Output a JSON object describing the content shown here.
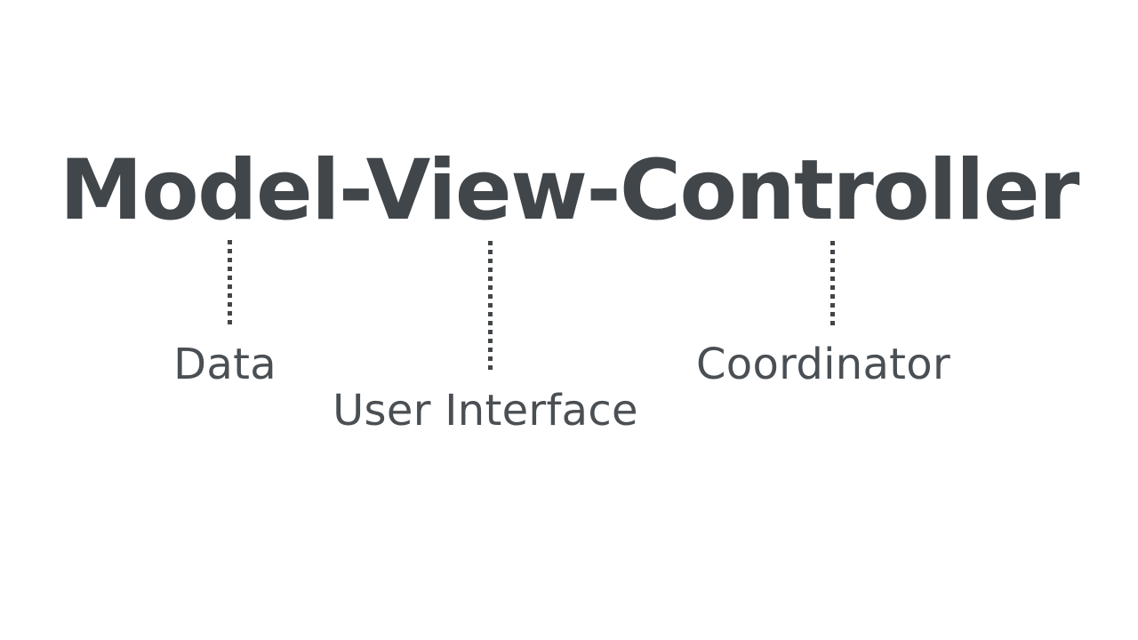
{
  "slide": {
    "background_color": "#ffffff",
    "text_color": "#41464b",
    "label_color": "#4a4f54",
    "title": "Model-View-Controller"
  },
  "diagram": {
    "type": "annotated-term-breakdown",
    "title": "Model-View-Controller",
    "parts": [
      {
        "term": "Model",
        "label": "Data",
        "connector": "dotted-vertical-line"
      },
      {
        "term": "View",
        "label": "User Interface",
        "connector": "dotted-vertical-line"
      },
      {
        "term": "Controller",
        "label": "Coordinator",
        "connector": "dotted-vertical-line"
      }
    ]
  }
}
